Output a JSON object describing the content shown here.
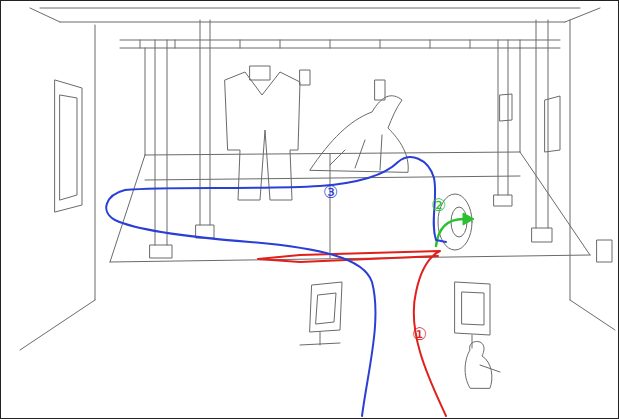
{
  "diagram": {
    "labels": [
      "③",
      "②",
      "①"
    ]
  }
}
